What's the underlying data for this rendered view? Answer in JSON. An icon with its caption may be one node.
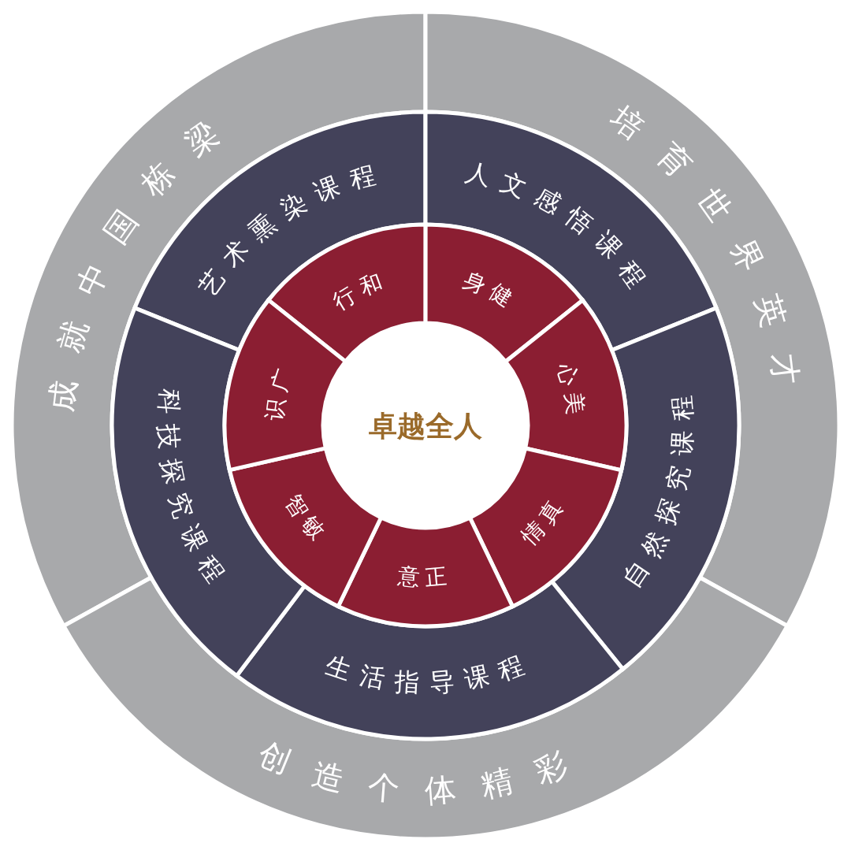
{
  "diagram": {
    "nodes": [
      {
        "text": [
          "成就中国栋梁"
        ]
      },
      {
        "text": [
          "培育世界英才"
        ]
      },
      {
        "text": [
          "创造个体精彩"
        ]
      },
      {
        "text": [
          "艺术熏染课程"
        ]
      },
      {
        "text": [
          "人文感悟课程"
        ]
      },
      {
        "text": [
          "自然探究课程"
        ]
      },
      {
        "text": [
          "生活指导课程"
        ]
      },
      {
        "text": [
          "科技探究课程"
        ]
      },
      {
        "text": [
          "行和"
        ]
      },
      {
        "text": [
          "身健"
        ]
      },
      {
        "text": [
          "心美"
        ]
      },
      {
        "text": [
          "情真"
        ]
      },
      {
        "text": [
          "意正"
        ]
      },
      {
        "text": [
          "智敏"
        ]
      },
      {
        "text": [
          "识广"
        ]
      },
      {
        "text": [
          "卓越全人"
        ]
      }
    ]
  }
}
